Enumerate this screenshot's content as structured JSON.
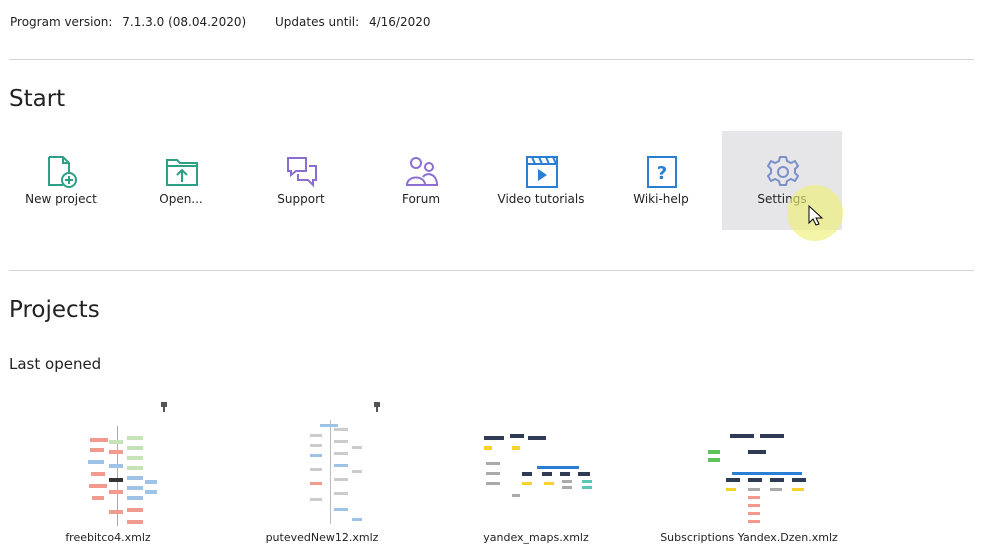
{
  "header": {
    "program_version_label": "Program version:",
    "program_version_value": "7.1.3.0  (08.04.2020)",
    "updates_label": "Updates until:",
    "updates_value": "4/16/2020"
  },
  "start": {
    "title": "Start",
    "items": [
      {
        "label": "New project",
        "icon": "new-project-icon"
      },
      {
        "label": "Open...",
        "icon": "open-folder-icon"
      },
      {
        "label": "Support",
        "icon": "chat-bubbles-icon"
      },
      {
        "label": "Forum",
        "icon": "users-icon"
      },
      {
        "label": "Video tutorials",
        "icon": "video-icon"
      },
      {
        "label": "Wiki-help",
        "icon": "help-question-icon"
      },
      {
        "label": "Settings",
        "icon": "gear-icon"
      }
    ]
  },
  "projects": {
    "title": "Projects",
    "subtitle": "Last opened",
    "files": [
      {
        "name": "freebitco4.xmlz",
        "pinned": true
      },
      {
        "name": "putevedNew12.xmlz",
        "pinned": true
      },
      {
        "name": "yandex_maps.xmlz",
        "pinned": false
      },
      {
        "name": "Subscriptions Yandex.Dzen.xmlz",
        "pinned": false
      }
    ]
  },
  "colors": {
    "green": "#2e9e86",
    "purple": "#8a6fd1",
    "blue": "#2a7fd4",
    "gear": "#7b8fc9",
    "hover_bg": "#e6e6e9"
  }
}
